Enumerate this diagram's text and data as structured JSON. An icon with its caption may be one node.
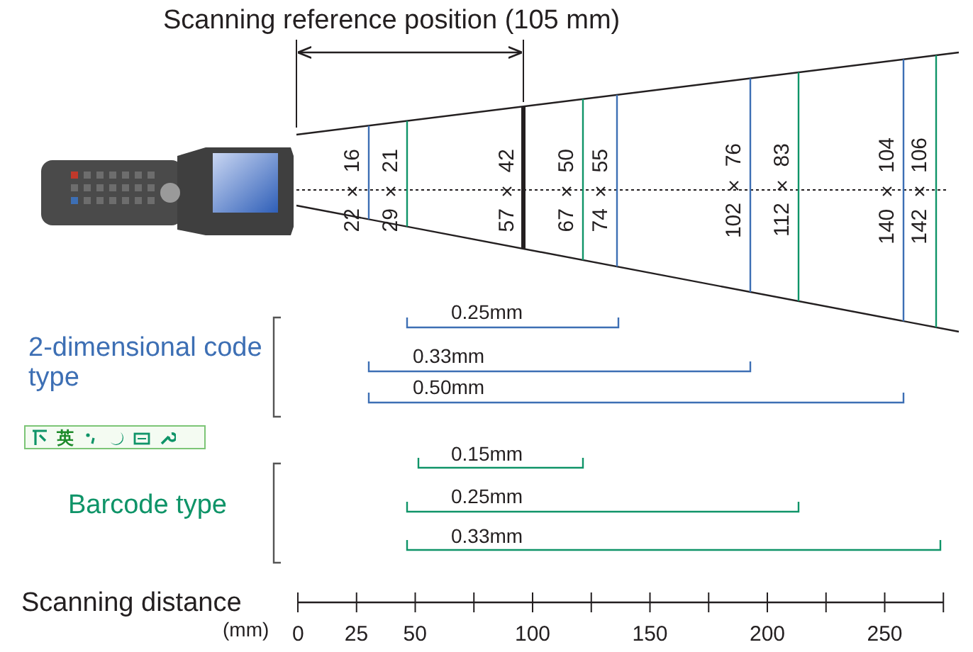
{
  "diagram": {
    "labels": [
      "Scanning reference position (105 mm)",
      "22 × 16",
      "29 × 21",
      "57 × 42",
      "67 × 50",
      "74 × 55",
      "102 × 76",
      "112 × 83",
      "140 × 104",
      "142 × 106",
      "0.25mm",
      "2-dimensional code type",
      "0.33mm",
      "0.50mm",
      "英",
      "0.15mm",
      "Barcode type",
      "0.25mm",
      "0.33mm",
      "Scanning distance",
      "(mm)",
      "0",
      "25",
      "50",
      "100",
      "150",
      "200",
      "250"
    ]
  }
}
